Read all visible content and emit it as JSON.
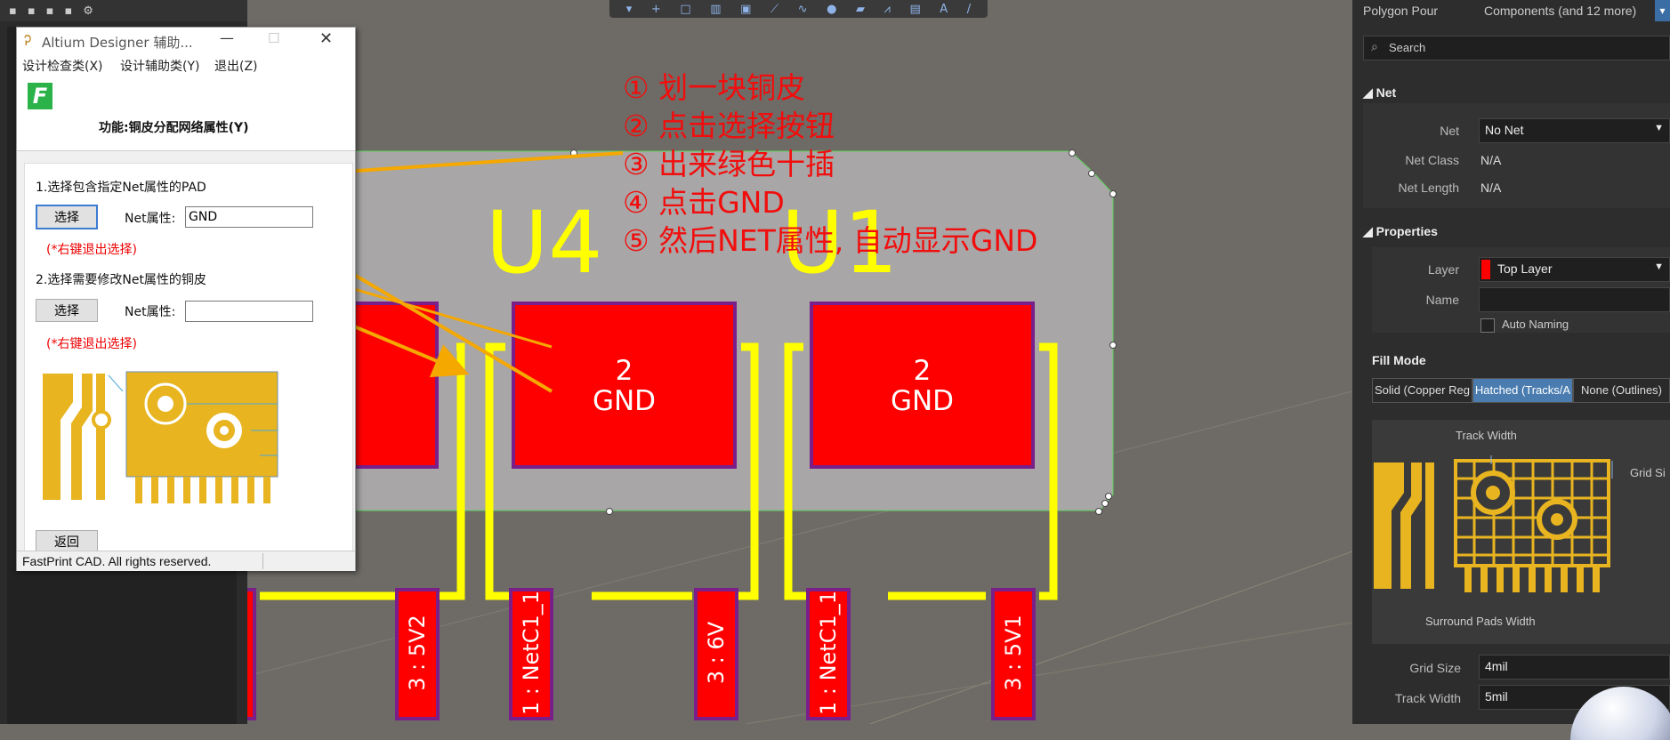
{
  "dialog": {
    "title": "Altium Designer  辅助...",
    "menus": [
      "设计检查类(X)",
      "设计辅助类(Y)",
      "退出(Z)"
    ],
    "header_title": "功能:铜皮分配网络属性(Y)",
    "step1_label": "1.选择包含指定Net属性的PAD",
    "select_button_1": "选择",
    "net_attr_label_1": "Net属性:",
    "net_value_1": "GND",
    "right_click_note_1": "(*右键退出选择)",
    "step2_label": "2.选择需要修改Net属性的铜皮",
    "select_button_2": "选择",
    "net_attr_label_2": "Net属性:",
    "net_value_2": "",
    "right_click_note_2": "(*右键退出选择)",
    "back_button": "返回",
    "footer": "FastPrint CAD. All rights reserved."
  },
  "annotations": [
    "① 划一块铜皮",
    "② 点击选择按钮",
    "③ 出来绿色十插",
    "④ 点击GND",
    "⑤ 然后NET属性, 自动显示GND"
  ],
  "pcb": {
    "designator_u4": "U4",
    "designator_u1": "U1",
    "pad_mid": {
      "num": "2",
      "net": "GND"
    },
    "pad_right": {
      "num": "2",
      "net": "GND"
    },
    "small_pads": [
      "3 : 5V2",
      "1 : NetC1_1",
      "3 : 6V",
      "1 : NetC1_1",
      "3 : 5V1"
    ]
  },
  "right_panel": {
    "header_left": "Polygon Pour",
    "header_right": "Components (and 12 more)",
    "search_placeholder": "Search",
    "net_section": "Net",
    "net_label": "Net",
    "net_value": "No Net",
    "net_class_label": "Net Class",
    "net_class_value": "N/A",
    "net_length_label": "Net Length",
    "net_length_value": "N/A",
    "properties_section": "Properties",
    "layer_label": "Layer",
    "layer_value": "Top Layer",
    "name_label": "Name",
    "name_value": "",
    "auto_naming": "Auto Naming",
    "fill_mode_label": "Fill Mode",
    "fill_tabs": [
      "Solid (Copper Reg",
      "Hatched (Tracks/A",
      "None (Outlines)"
    ],
    "diagram_track_width": "Track Width",
    "diagram_grid_size": "Grid Si",
    "diagram_surround": "Surround Pads Width",
    "grid_size_label": "Grid Size",
    "grid_size_value": "4mil",
    "track_width_label": "Track Width",
    "track_width_value": "5mil"
  },
  "colors": {
    "pad_red": "#ff0000",
    "silkscreen_yellow": "#ffff00",
    "annotation_red": "#f20d0d",
    "arrow_orange": "#f5a800",
    "polygon_gray": "#a8a6a6"
  }
}
